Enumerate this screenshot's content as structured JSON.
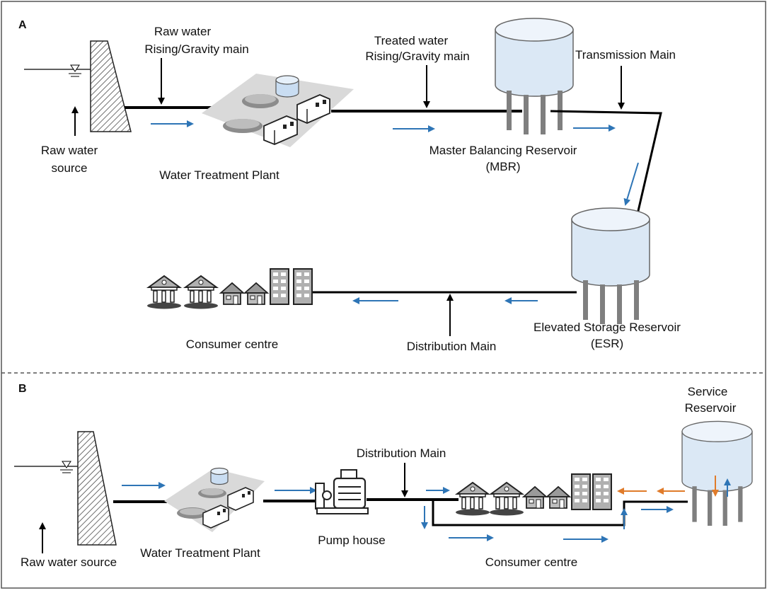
{
  "panels": {
    "a": {
      "letter": "A",
      "raw_main_line1": "Raw water",
      "raw_main_line2": "Rising/Gravity main",
      "treated_main_line1": "Treated water",
      "treated_main_line2": "Rising/Gravity main",
      "transmission_main": "Transmission Main",
      "raw_source_line1": "Raw water",
      "raw_source_line2": "source",
      "treatment_plant": "Water Treatment Plant",
      "mbr_line1": "Master Balancing Reservoir",
      "mbr_line2": "(MBR)",
      "esr_line1": "Elevated Storage Reservoir",
      "esr_line2": "(ESR)",
      "consumer_centre": "Consumer centre",
      "distribution_main": "Distribution Main"
    },
    "b": {
      "letter": "B",
      "service_line1": "Service",
      "service_line2": "Reservoir",
      "distribution_main": "Distribution Main",
      "raw_source": "Raw water source",
      "treatment_plant": "Water Treatment Plant",
      "pump_house": "Pump house",
      "consumer_centre": "Consumer centre"
    }
  },
  "colors": {
    "pipe": "#000000",
    "flow_arrow": "#2e75b6",
    "reverse_flow_arrow": "#e07b2a",
    "tank_fill": "#dbe8f5",
    "plant_base": "#d9d9d9",
    "building_fill": "#b0b0b0"
  }
}
